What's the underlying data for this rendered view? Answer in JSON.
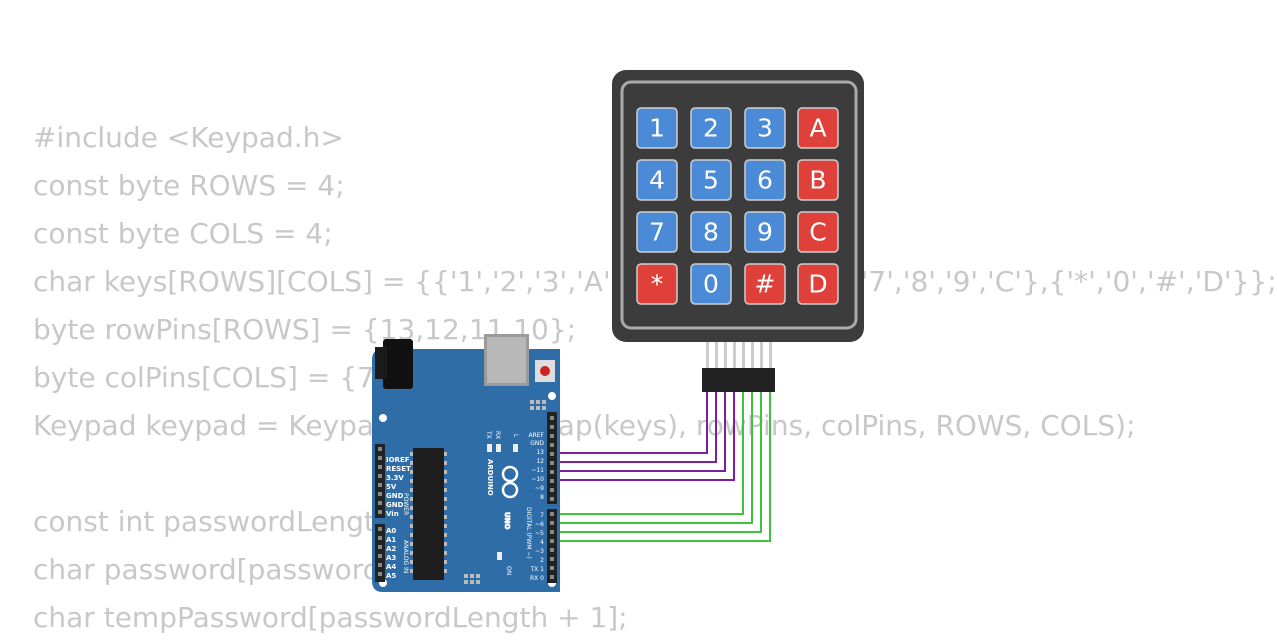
{
  "code": {
    "lines": [
      "#include <Keypad.h>",
      "const byte ROWS = 4;",
      "const byte COLS = 4;",
      "char keys[ROWS][COLS] = {{'1','2','3','A'},{'4','5','6','B'},{'7','8','9','C'},{'*','0','#','D'}};",
      "byte rowPins[ROWS] = {13,12,11,10};",
      "byte colPins[COLS] = {7,6,5,4};",
      "Keypad keypad = Keypad(makeKeymap(keys), rowPins, colPins, ROWS, COLS);",
      "",
      "const int passwordLength = 4;",
      "char password[passwordLength + 1];",
      "char tempPassword[passwordLength + 1];"
    ]
  },
  "keypad": {
    "keys": [
      [
        "1",
        "2",
        "3",
        "A"
      ],
      [
        "4",
        "5",
        "6",
        "B"
      ],
      [
        "7",
        "8",
        "9",
        "C"
      ],
      [
        "*",
        "0",
        "#",
        "D"
      ]
    ],
    "colors": {
      "number": "#4a8ad6",
      "special": "#e0403a",
      "body": "#3c3c3c",
      "bezel": "#aaaaaa"
    }
  },
  "arduino": {
    "brand": "ARDUINO",
    "model": "UNO",
    "digital_label": "DIGITAL (PWM ~)",
    "power_label": "POWER",
    "analog_label": "ANALOG IN",
    "on_label": "ON",
    "tx_label": "TX",
    "rx_label": "RX",
    "l_label": "L",
    "top_pins": [
      "AREF",
      "GND",
      "13",
      "12",
      "~11",
      "~10",
      "~9",
      "8"
    ],
    "bottom_pins": [
      "7",
      "~6",
      "~5",
      "4",
      "~3",
      "2",
      "TX 1",
      "RX 0"
    ],
    "power_pins": [
      "IOREF",
      "RESET",
      "3.3V",
      "5V",
      "GND",
      "GND",
      "Vin"
    ],
    "analog_pins": [
      "A0",
      "A1",
      "A2",
      "A3",
      "A4",
      "A5"
    ],
    "board_color": "#2f6da8"
  },
  "wires": {
    "row_color": "#7a1fa0",
    "col_color": "#3cc43c"
  }
}
